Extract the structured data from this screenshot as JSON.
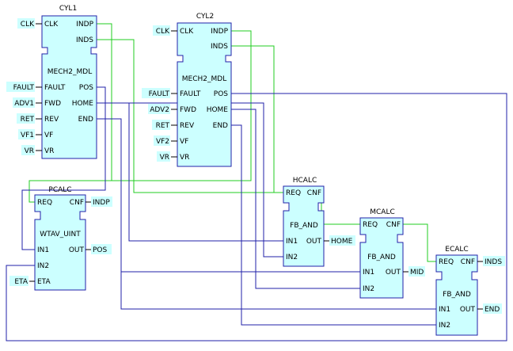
{
  "blocks": [
    {
      "id": "cyl1",
      "instance": "CYL1",
      "type": "MECH2_MDL",
      "event_inputs": [
        "CLK"
      ],
      "event_outputs": [
        "INDP",
        "INDS"
      ],
      "data_inputs": [
        "FAULT",
        "FWD",
        "REV",
        "VF",
        "VR"
      ],
      "data_outputs": [
        "POS",
        "HOME",
        "END"
      ]
    },
    {
      "id": "cyl2",
      "instance": "CYL2",
      "type": "MECH2_MDL",
      "event_inputs": [
        "CLK"
      ],
      "event_outputs": [
        "INDP",
        "INDS"
      ],
      "data_inputs": [
        "FAULT",
        "FWD",
        "REV",
        "VF",
        "VR"
      ],
      "data_outputs": [
        "POS",
        "HOME",
        "END"
      ]
    },
    {
      "id": "pcalc",
      "instance": "PCALC",
      "type": "WTAV_UINT",
      "event_inputs": [
        "REQ"
      ],
      "event_outputs": [
        "CNF"
      ],
      "data_inputs": [
        "IN1",
        "IN2",
        "ETA"
      ],
      "data_outputs": [
        "OUT"
      ]
    },
    {
      "id": "hcalc",
      "instance": "HCALC",
      "type": "FB_AND",
      "event_inputs": [
        "REQ"
      ],
      "event_outputs": [
        "CNF"
      ],
      "data_inputs": [
        "IN1",
        "IN2"
      ],
      "data_outputs": [
        "OUT"
      ]
    },
    {
      "id": "mcalc",
      "instance": "MCALC",
      "type": "FB_AND",
      "event_inputs": [
        "REQ"
      ],
      "event_outputs": [
        "CNF"
      ],
      "data_inputs": [
        "IN1",
        "IN2"
      ],
      "data_outputs": [
        "OUT"
      ]
    },
    {
      "id": "ecalc",
      "instance": "ECALC",
      "type": "FB_AND",
      "event_inputs": [
        "REQ"
      ],
      "event_outputs": [
        "CNF"
      ],
      "data_inputs": [
        "IN1",
        "IN2"
      ],
      "data_outputs": [
        "OUT"
      ]
    }
  ],
  "external_labels": {
    "cyl1": {
      "CLK": "CLK",
      "FAULT": "FAULT",
      "FWD": "ADV1",
      "REV": "RET",
      "VF": "VF1",
      "VR": "VR"
    },
    "cyl2": {
      "CLK": "CLK",
      "FAULT": "FAULT",
      "FWD": "ADV2",
      "REV": "RET",
      "VF": "VF2",
      "VR": "VR"
    },
    "pcalc": {
      "CNF": "INDP",
      "OUT": "POS",
      "ETA": "ETA"
    },
    "hcalc": {
      "OUT": "HOME"
    },
    "mcalc": {
      "OUT": "MID"
    },
    "ecalc": {
      "CNF": "INDS",
      "OUT": "END"
    }
  },
  "event_connections": [
    {
      "from": "CYL1.INDP",
      "to": "PCALC.REQ"
    },
    {
      "from": "CYL1.INDS",
      "to": "HCALC.REQ"
    },
    {
      "from": "CYL2.INDP",
      "to": "PCALC.REQ"
    },
    {
      "from": "CYL2.INDS",
      "to": "HCALC.REQ"
    },
    {
      "from": "HCALC.CNF",
      "to": "MCALC.REQ"
    },
    {
      "from": "MCALC.CNF",
      "to": "ECALC.REQ"
    }
  ],
  "data_connections": [
    {
      "from": "CYL1.POS",
      "to": "PCALC.IN1"
    },
    {
      "from": "CYL2.POS",
      "to": "PCALC.IN2"
    },
    {
      "from": "CYL1.HOME",
      "to": "HCALC.IN1"
    },
    {
      "from": "CYL2.HOME",
      "to": "MCALC.IN2"
    },
    {
      "from": "CYL1.END",
      "to": "ECALC.IN1"
    },
    {
      "from": "CYL2.END",
      "to": "ECALC.IN2"
    },
    {
      "from": "CYL1.HOME",
      "to": "HCALC.IN2"
    },
    {
      "from": "CYL1.END",
      "to": "MCALC.IN1"
    }
  ],
  "colors": {
    "block_fill": "#ccffff",
    "block_border": "#2222aa",
    "event_line": "#22cc22",
    "data_line": "#2222aa",
    "background": "#ffffff"
  }
}
